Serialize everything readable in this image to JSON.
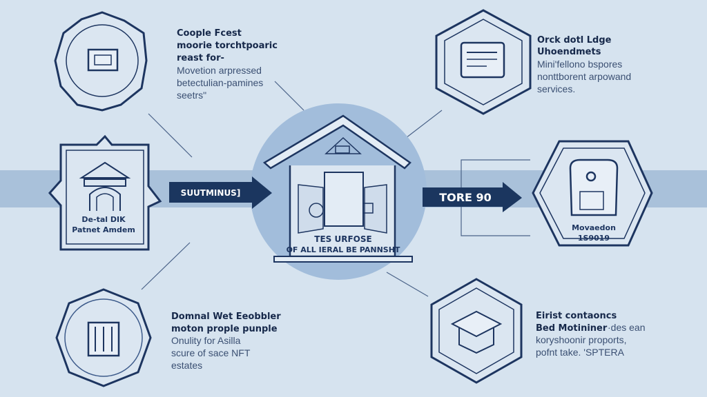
{
  "colors": {
    "background": "#d6e3ef",
    "band": "#a9c1da",
    "circle": "#a2bddb",
    "navy": "#1b365f",
    "text": "#16284a"
  },
  "center": {
    "caption_line1": "TES URFOSE",
    "caption_line2": "OF ALL IERAL BE PANNSHT"
  },
  "left_node": {
    "label_line1": "De-tal DIK",
    "label_line2": "Patnet Amdem"
  },
  "right_node": {
    "label_line1": "Movaedon",
    "label_line2": "1S9019"
  },
  "arrows": {
    "left": "SUUTMINUS]",
    "right": "TORE 90"
  },
  "top_left": {
    "heading": [
      "Coople Fcest",
      "moorie torchtpoaric",
      "reast for-"
    ],
    "body": [
      "Movetion arpressed",
      "betectulian-pamines",
      "seetrs\""
    ]
  },
  "top_right": {
    "heading": [
      "Orck dotl Ldge",
      "Uhoendmets"
    ],
    "body": [
      "Mini'fellono bspores",
      "nonttborent arpowand",
      "services."
    ]
  },
  "bottom_left": {
    "heading": [
      "Domnal Wet Eeobbler",
      "moton prople punple"
    ],
    "body": [
      "Onulity for Asilla",
      "scure of sace NFT",
      "estates"
    ]
  },
  "bottom_right": {
    "heading": [
      "Eirist contaoncs",
      "Bed Motininer"
    ],
    "heading_suffix": "·des ean",
    "body": [
      "koryshoonir proports,",
      "pofnt take. 'SPTERA"
    ]
  }
}
